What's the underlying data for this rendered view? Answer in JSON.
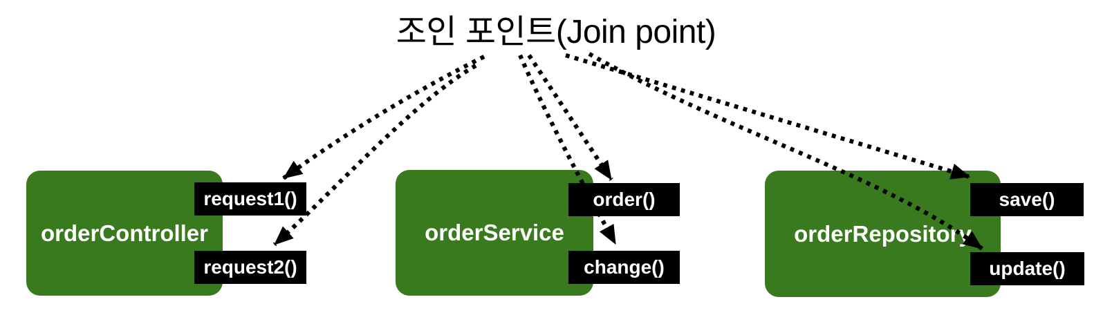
{
  "title": "조인 포인트(Join point)",
  "colors": {
    "box_green": "#3a7a1e",
    "label_bg": "#000000",
    "label_text": "#ffffff",
    "arrow_color": "#000000",
    "title_color": "#000000"
  },
  "components": [
    {
      "label": "orderController",
      "methods": [
        "request1()",
        "request2()"
      ]
    },
    {
      "label": "orderService",
      "methods": [
        "order()",
        "change()"
      ]
    },
    {
      "label": "orderRepository",
      "methods": [
        "save()",
        "update()"
      ]
    }
  ]
}
